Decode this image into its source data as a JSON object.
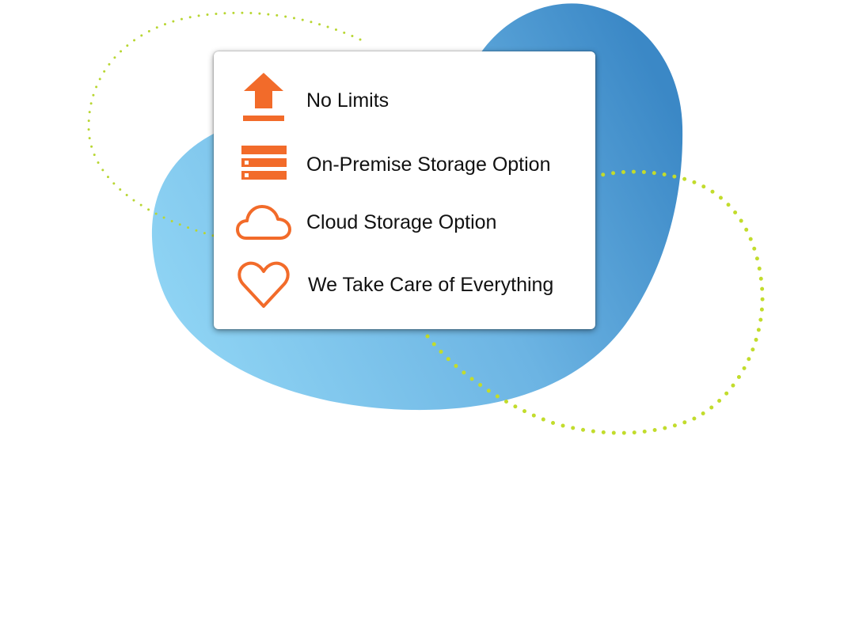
{
  "features": [
    {
      "label": "No Limits",
      "icon": "upload-arrow-icon"
    },
    {
      "label": "On-Premise Storage Option",
      "icon": "server-stack-icon"
    },
    {
      "label": "Cloud Storage Option",
      "icon": "cloud-icon"
    },
    {
      "label": "We Take Care of Everything",
      "icon": "heart-icon"
    }
  ],
  "colors": {
    "accent": "#f26b2a",
    "blob_light": "#8dd3f3",
    "blob_dark": "#3b8ac8",
    "dots": "#b8d632",
    "card_bg": "#ffffff",
    "text": "#111111"
  }
}
